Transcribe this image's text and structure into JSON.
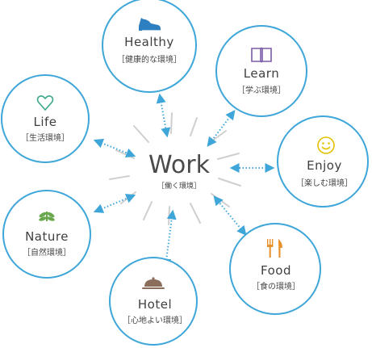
{
  "colors": {
    "ring": "#3ea6d8",
    "arrow": "#3ea6d8",
    "ray": "#cfcfcf",
    "text": "#3f3f3f",
    "icon_blue": "#2d7fc0",
    "icon_purple": "#7b5aa6",
    "icon_green": "#3ea88a",
    "icon_yellow": "#e3c100",
    "icon_orange": "#e8902a",
    "icon_leaf": "#6aa84f",
    "icon_brown": "#8a6d5a"
  },
  "hub": {
    "title": "Work",
    "subtitle": "［働く環境］"
  },
  "nodes": {
    "healthy": {
      "title": "Healthy",
      "subtitle": "［健康的な環境］",
      "icon": "sneaker-icon"
    },
    "learn": {
      "title": "Learn",
      "subtitle": "［学ぶ環境］",
      "icon": "book-icon"
    },
    "life": {
      "title": "Life",
      "subtitle": "［生活環境］",
      "icon": "heart-icon"
    },
    "enjoy": {
      "title": "Enjoy",
      "subtitle": "［楽しむ環境］",
      "icon": "smiley-icon"
    },
    "nature": {
      "title": "Nature",
      "subtitle": "［自然環境］",
      "icon": "sprout-icon"
    },
    "food": {
      "title": "Food",
      "subtitle": "［食の環境］",
      "icon": "fork-knife-icon"
    },
    "hotel": {
      "title": "Hotel",
      "subtitle": "［心地よい環境］",
      "icon": "cloche-icon"
    }
  }
}
